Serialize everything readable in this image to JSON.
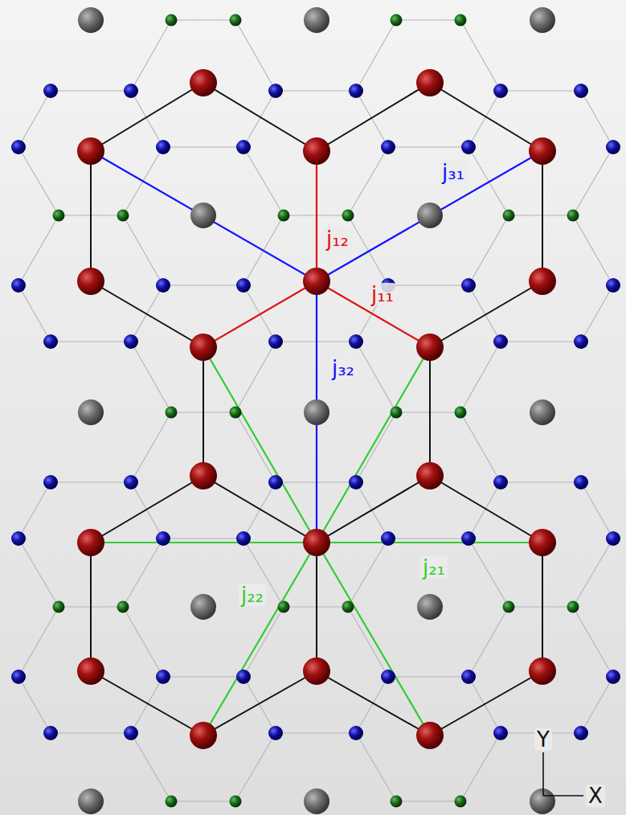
{
  "diagram": {
    "labels": [
      "j₃₁",
      "j₁₂",
      "j₁₁",
      "j₃₂",
      "j₂₁",
      "j₂₂",
      "Y",
      "X"
    ]
  }
}
